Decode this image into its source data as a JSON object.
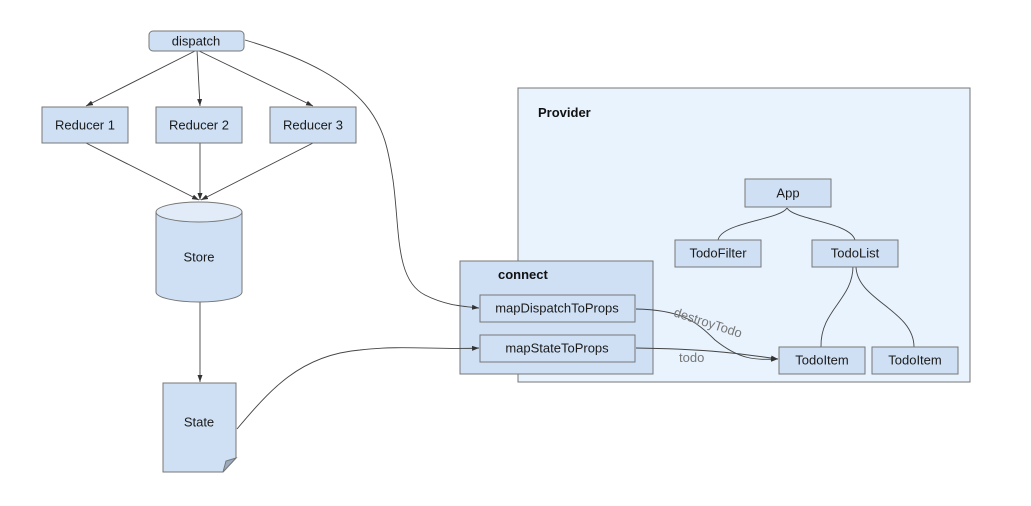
{
  "colors": {
    "node_fill": "#cfe0f5",
    "node_stroke": "#777777",
    "provider_fill": "#e8f3fd",
    "connect_fill": "#cfe0f5",
    "edge": "#444444",
    "label": "#777777"
  },
  "nodes": {
    "dispatch": "dispatch",
    "reducer1": "Reducer 1",
    "reducer2": "Reducer 2",
    "reducer3": "Reducer 3",
    "store": "Store",
    "state": "State",
    "connect": "connect",
    "map_dispatch": "mapDispatchToProps",
    "map_state": "mapStateToProps",
    "provider": "Provider",
    "app": "App",
    "todo_filter": "TodoFilter",
    "todo_list": "TodoList",
    "todo_item_1": "TodoItem",
    "todo_item_2": "TodoItem"
  },
  "edge_labels": {
    "destroy_todo": "destroyTodo",
    "todo": "todo"
  },
  "edges": [
    {
      "from": "dispatch",
      "to": "reducer1",
      "arrow": true
    },
    {
      "from": "dispatch",
      "to": "reducer2",
      "arrow": true
    },
    {
      "from": "dispatch",
      "to": "reducer3",
      "arrow": true
    },
    {
      "from": "reducer1",
      "to": "store",
      "arrow": true
    },
    {
      "from": "reducer2",
      "to": "store",
      "arrow": true
    },
    {
      "from": "reducer3",
      "to": "store",
      "arrow": true
    },
    {
      "from": "store",
      "to": "state",
      "arrow": true
    },
    {
      "from": "dispatch",
      "to": "map_dispatch",
      "arrow": true
    },
    {
      "from": "state",
      "to": "map_state",
      "arrow": true
    },
    {
      "from": "map_dispatch",
      "to": "todo_item_1",
      "arrow": true,
      "label": "destroyTodo"
    },
    {
      "from": "map_state",
      "to": "todo_item_1",
      "arrow": true,
      "label": "todo"
    },
    {
      "from": "app",
      "to": "todo_filter",
      "arrow": false
    },
    {
      "from": "app",
      "to": "todo_list",
      "arrow": false
    },
    {
      "from": "todo_list",
      "to": "todo_item_1",
      "arrow": false
    },
    {
      "from": "todo_list",
      "to": "todo_item_2",
      "arrow": false
    }
  ]
}
